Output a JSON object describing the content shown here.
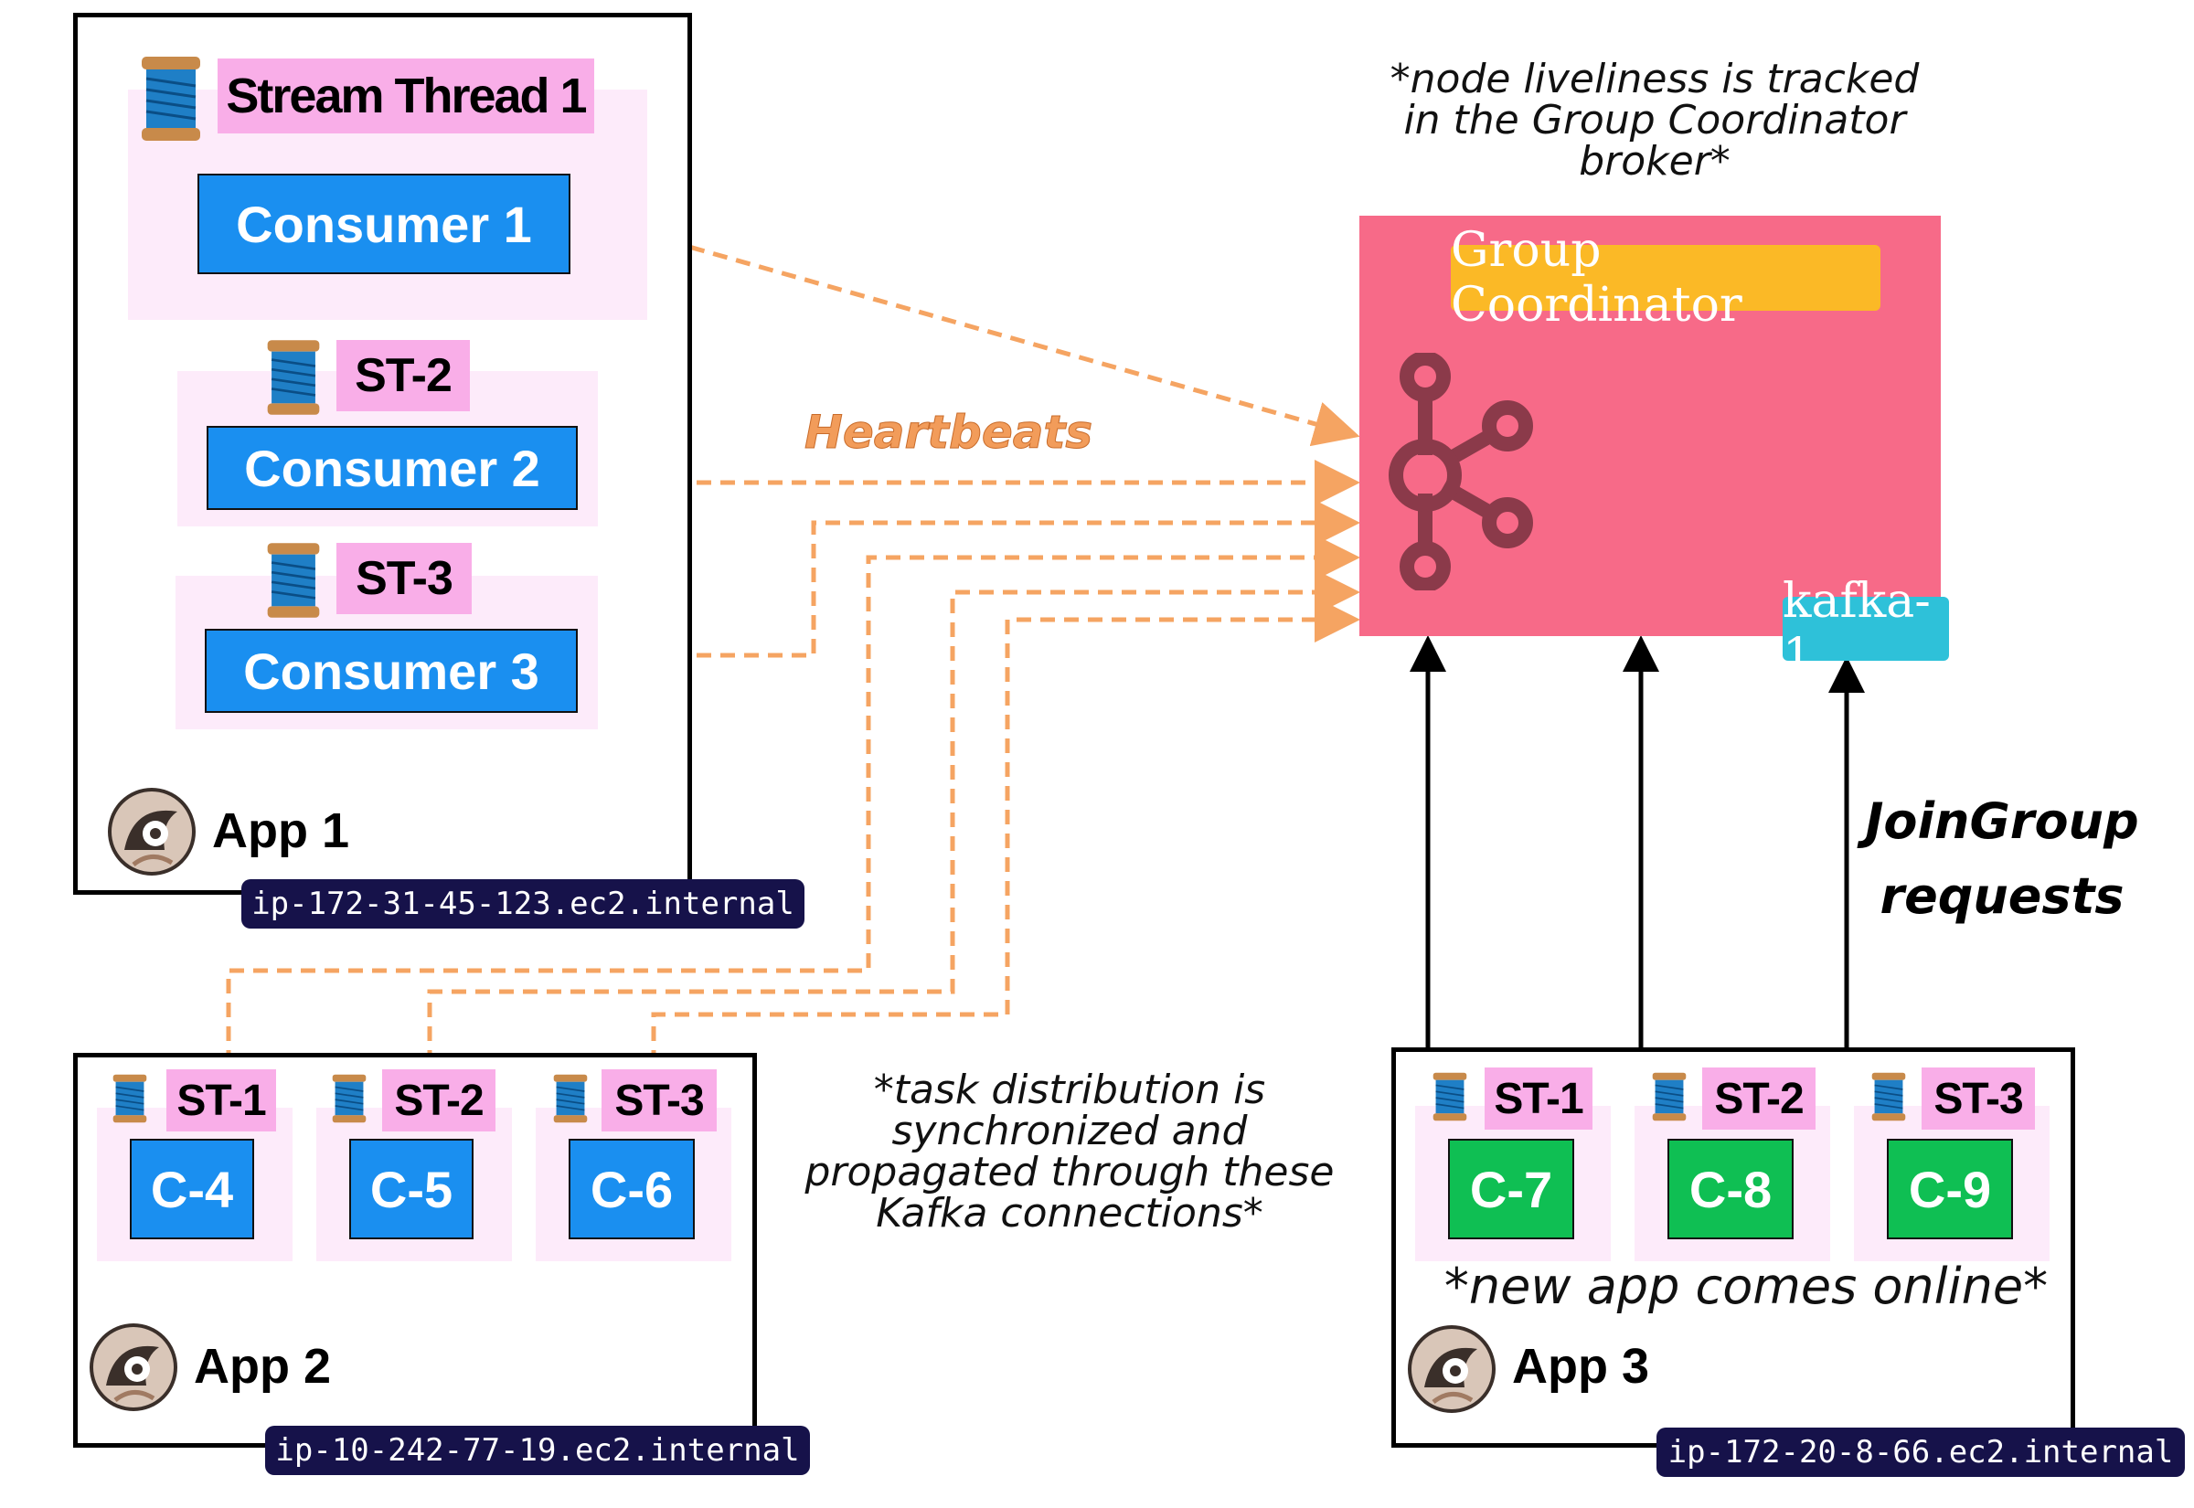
{
  "notes": {
    "liveliness": [
      "*node liveliness is tracked",
      "in the Group Coordinator",
      "broker*"
    ],
    "heartbeats": "Heartbeats",
    "joingroup": [
      "JoinGroup",
      "requests"
    ],
    "task_distribution": [
      "*task distribution is",
      "synchronized and",
      "propagated through these",
      "Kafka connections*"
    ],
    "new_app": "*new app comes online*"
  },
  "coordinator": {
    "label": "Group Coordinator",
    "broker": "kafka-1",
    "icon": "kafka-icon",
    "color": "#f76a88"
  },
  "colors": {
    "heartbeat_line": "#f5a462",
    "consumer_blue": "#1a8ff0",
    "consumer_green": "#0fbf53",
    "thread_label_bg": "#f9aee8",
    "thread_bg": "#fdebfa",
    "host_bg": "#16124a"
  },
  "app1": {
    "name": "App 1",
    "host": "ip-172-31-45-123.ec2.internal",
    "threads": [
      {
        "label": "Stream Thread 1",
        "consumer": "Consumer 1"
      },
      {
        "label": "ST-2",
        "consumer": "Consumer 2"
      },
      {
        "label": "ST-3",
        "consumer": "Consumer 3"
      }
    ]
  },
  "app2": {
    "name": "App 2",
    "host": "ip-10-242-77-19.ec2.internal",
    "threads": [
      {
        "label": "ST-1",
        "consumer": "C-4"
      },
      {
        "label": "ST-2",
        "consumer": "C-5"
      },
      {
        "label": "ST-3",
        "consumer": "C-6"
      }
    ]
  },
  "app3": {
    "name": "App 3",
    "host": "ip-172-20-8-66.ec2.internal",
    "threads": [
      {
        "label": "ST-1",
        "consumer": "C-7"
      },
      {
        "label": "ST-2",
        "consumer": "C-8"
      },
      {
        "label": "ST-3",
        "consumer": "C-9"
      }
    ]
  }
}
